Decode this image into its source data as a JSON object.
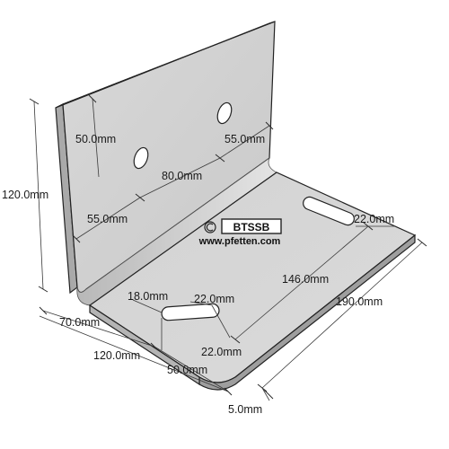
{
  "diagram": {
    "brand_mark": "BTSSB",
    "website": "www.pfetten.com",
    "copyright_symbol": "©",
    "colors": {
      "plate_face": "#cfcfcf",
      "plate_light": "#dcdcdc",
      "plate_edge": "#9a9a9a",
      "slot": "#ffffff"
    },
    "dimensions": {
      "height": "120.0mm",
      "hole_vertical": "50.0mm",
      "hole_right_edge": "55.0mm",
      "hole_spacing": "80.0mm",
      "hole_left_edge": "55.0mm",
      "slot_right_end": "22.0mm",
      "slot_spacing": "146.0mm",
      "slot_length": "18.0mm",
      "slot_left_edge": "22.0mm",
      "slot_front_edge": "22.0mm",
      "base_depth": "70.0mm",
      "base_width": "120.0mm",
      "slot_front_offset": "50.0mm",
      "total_length": "190.0mm",
      "thickness": "5.0mm"
    }
  }
}
